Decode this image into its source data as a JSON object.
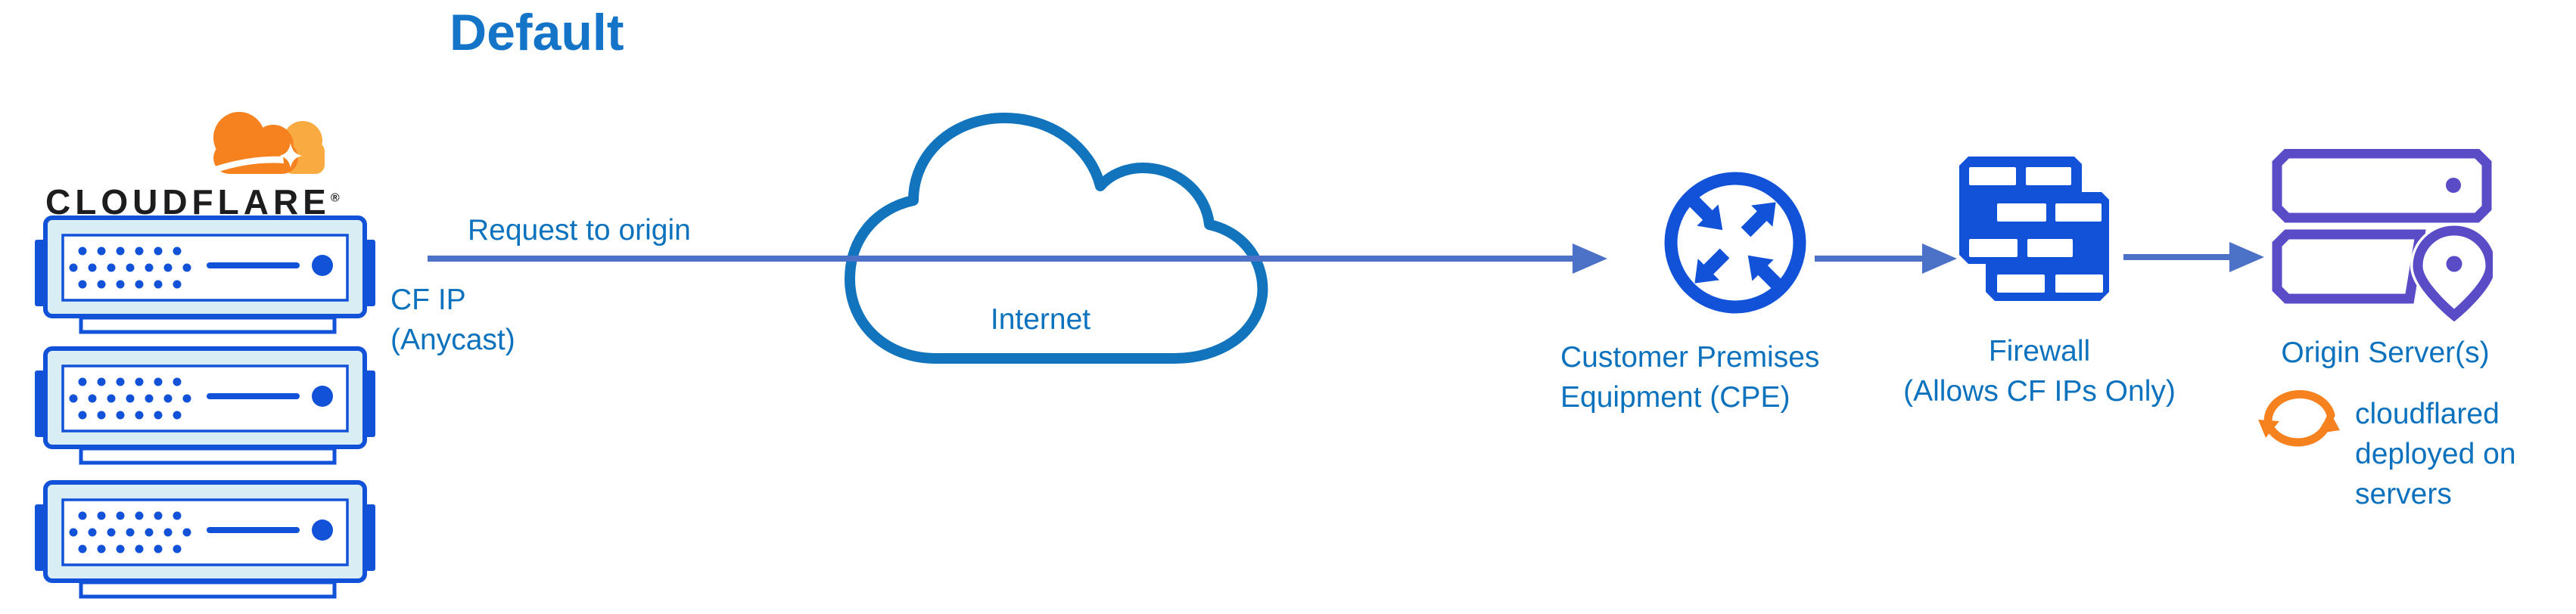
{
  "title": "Default",
  "cloudflare": {
    "wordmark": "CLOUDFLARE",
    "registered": "®"
  },
  "labels": {
    "request": "Request to origin",
    "cf_ip": {
      "line1": "CF IP",
      "line2": "(Anycast)"
    },
    "internet": "Internet",
    "cpe": {
      "line1": "Customer Premises",
      "line2": "Equipment (CPE)"
    },
    "firewall": {
      "line1": "Firewall",
      "line2": "(Allows CF IPs Only)"
    },
    "origin": "Origin Server(s)",
    "cloudflared": {
      "line1": "cloudflared",
      "line2": "deployed on",
      "line3": "servers"
    }
  },
  "icon_names": {
    "logo": "cloudflare-logo-cloud-icon",
    "servers": "cloudflare-edge-server-icon",
    "internet": "internet-cloud-icon",
    "cpe": "cpe-router-arrows-icon",
    "firewall": "firewall-brick-wall-icon",
    "origin": "origin-server-rack-location-pin-icon",
    "cloudflared": "sync-circular-arrows-icon",
    "connectors": "flow-arrow-right"
  },
  "colors": {
    "title_blue": "#1474C8",
    "label_blue": "#0C72BD",
    "royal_blue": "#1152D9",
    "slate_arrow_blue": "#4C72C8",
    "internet_cloud_blue": "#1274BC",
    "origin_purple": "#5A4CC6",
    "cloudflare_orange": "#F6821F",
    "cloudflare_orange_light": "#F9AB41",
    "server_fill_light": "#D9EDF4",
    "wordmark_dark": "#1D1D1F",
    "background": "#FFFFFF"
  }
}
